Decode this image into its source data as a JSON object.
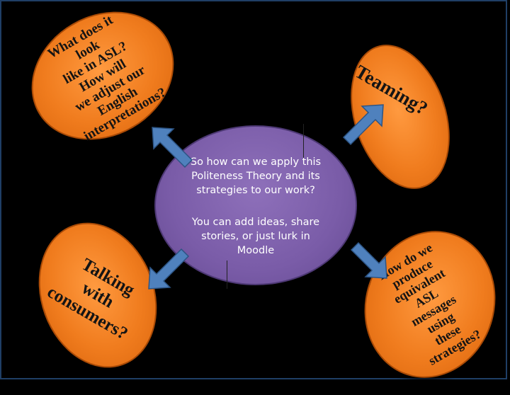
{
  "ovals": {
    "top_left": "What does it look\nlike in ASL? How will\nwe adjust our English\ninterpretations?",
    "top_right": "Teaming?",
    "bottom_left": "Talking with\nconsumers?",
    "bottom_right": "How do we\nproduce\nequivalent ASL\nmessages using\nthese strategies?"
  },
  "center": {
    "question": "So how can we apply this\nPoliteness Theory and its\nstrategies to our work?",
    "note": "You can add ideas, share\nstories, or just lurk in\nMoodle"
  },
  "colors": {
    "background": "#000000",
    "oval_fill": "#f07c1e",
    "center_fill": "#7a5ca8",
    "arrow_fill": "#4f81bd"
  }
}
